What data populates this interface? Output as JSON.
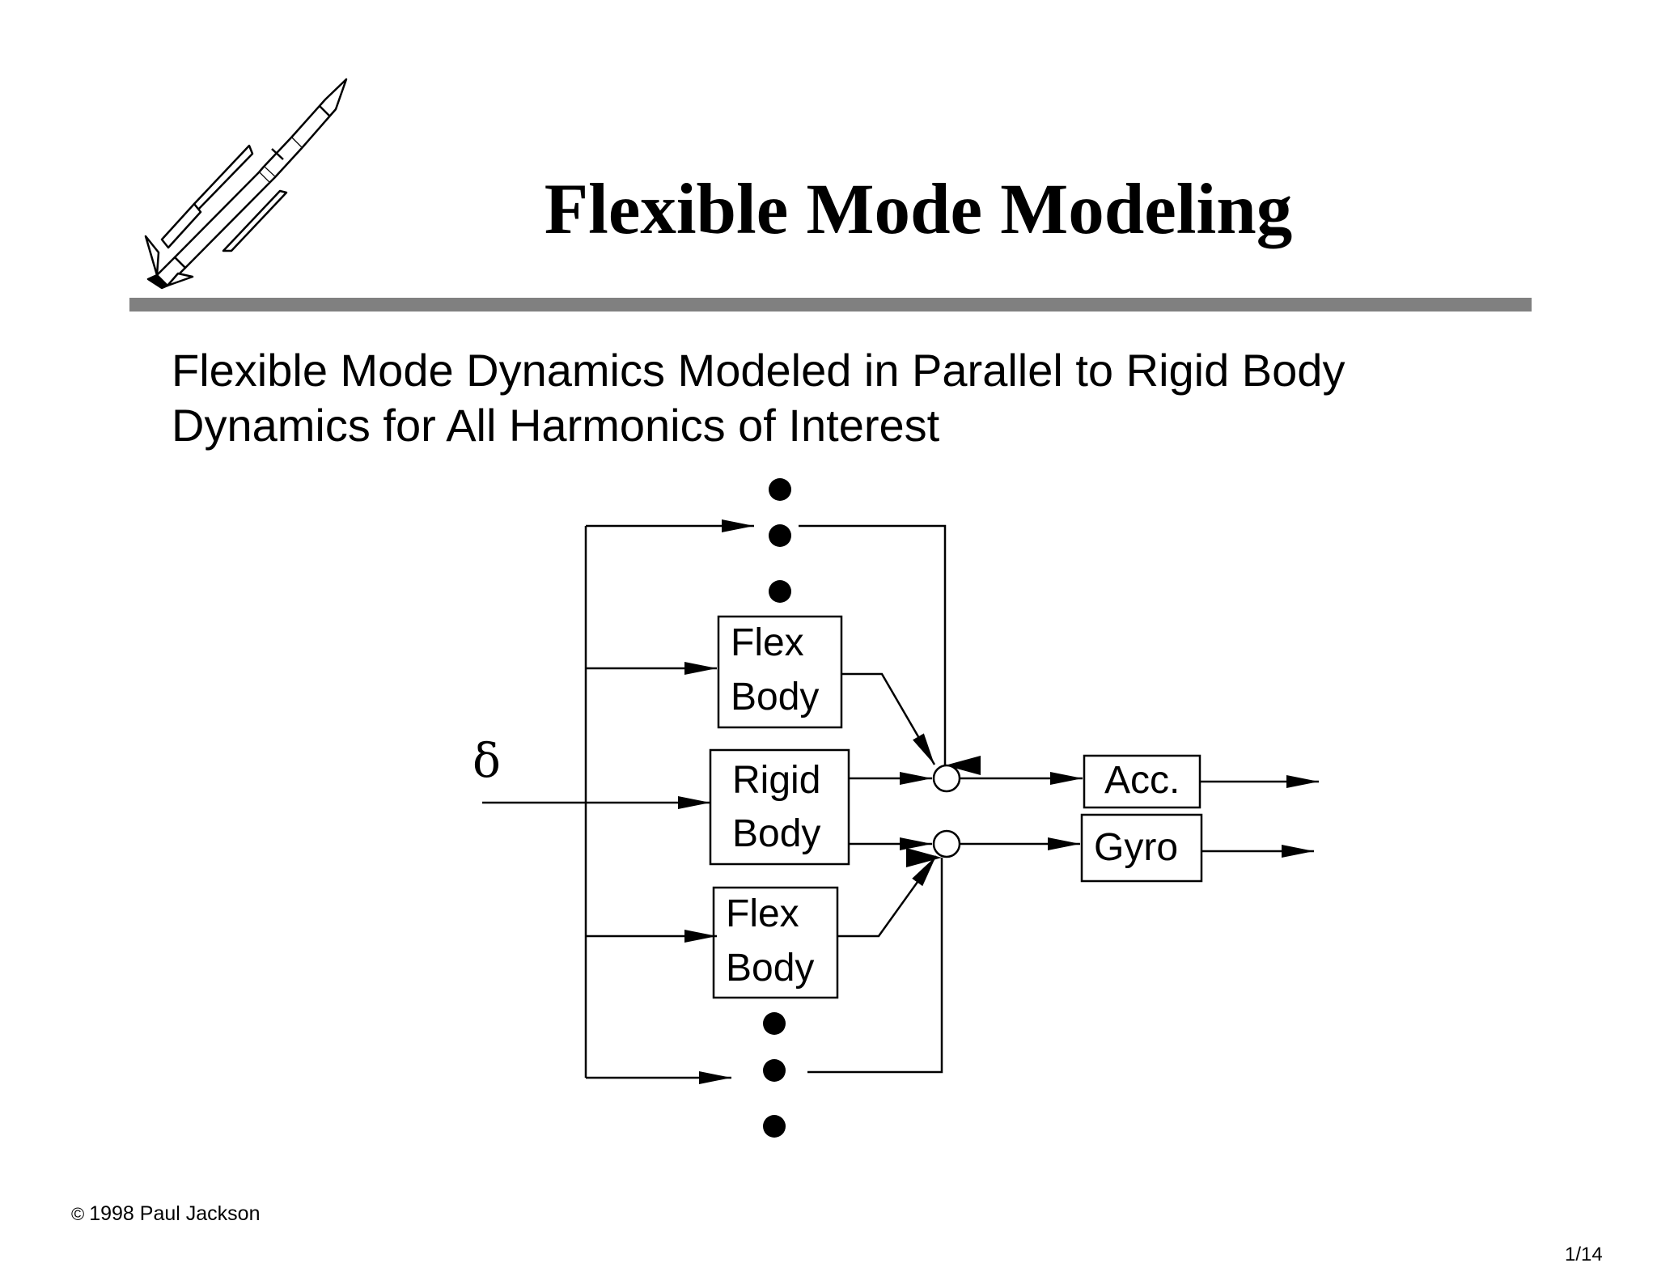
{
  "slide": {
    "title": "Flexible Mode Modeling",
    "subtitle_lines": [
      "Flexible Mode Dynamics Modeled in Parallel to Rigid Body",
      "Dynamics for All Harmonics of Interest"
    ],
    "copyright_symbol": "©",
    "copyright_text": "1998 Paul Jackson",
    "page_number": "1/14",
    "logo_icon": "rocket-icon"
  },
  "diagram": {
    "input_label": "δ",
    "flex_top": {
      "line1": "Flex",
      "line2": "Body"
    },
    "rigid": {
      "line1": "Rigid",
      "line2": "Body"
    },
    "flex_bottom": {
      "line1": "Flex",
      "line2": "Body"
    },
    "acc_label": "Acc.",
    "gyro_label": "Gyro"
  }
}
